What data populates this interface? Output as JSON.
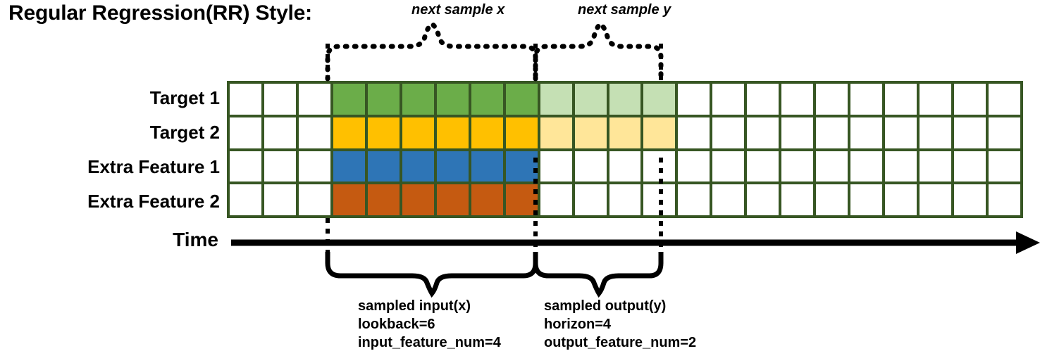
{
  "title": "Regular Regression(RR) Style:",
  "top_captions": {
    "next_sample_x": "next sample x",
    "next_sample_y": "next sample y"
  },
  "rows": [
    {
      "label": "Target 1",
      "key": "target-1"
    },
    {
      "label": "Target 2",
      "key": "target-2"
    },
    {
      "label": "Extra Feature 1",
      "key": "extra-feature-1"
    },
    {
      "label": "Extra Feature 2",
      "key": "extra-feature-2"
    }
  ],
  "axis": {
    "time_label": "Time"
  },
  "bottom_captions": {
    "input": "sampled input(x)\nlookback=6\ninput_feature_num=4",
    "output": "sampled output(y)\nhorizon=4\noutput_feature_num=2"
  },
  "grid": {
    "columns": 23,
    "rows": 4,
    "input_start_col": 4,
    "input_end_col": 9,
    "output_start_col": 10,
    "output_end_col": 13,
    "cell_colors": [
      [
        "#ffffff",
        "#ffffff",
        "#ffffff",
        "#6BAD49",
        "#6BAD49",
        "#6BAD49",
        "#6BAD49",
        "#6BAD49",
        "#6BAD49",
        "#C5E0B4",
        "#C5E0B4",
        "#C5E0B4",
        "#C5E0B4",
        "#ffffff",
        "#ffffff",
        "#ffffff",
        "#ffffff",
        "#ffffff",
        "#ffffff",
        "#ffffff",
        "#ffffff",
        "#ffffff",
        "#ffffff"
      ],
      [
        "#ffffff",
        "#ffffff",
        "#ffffff",
        "#FFC000",
        "#FFC000",
        "#FFC000",
        "#FFC000",
        "#FFC000",
        "#FFC000",
        "#FFE699",
        "#FFE699",
        "#FFE699",
        "#FFE699",
        "#ffffff",
        "#ffffff",
        "#ffffff",
        "#ffffff",
        "#ffffff",
        "#ffffff",
        "#ffffff",
        "#ffffff",
        "#ffffff",
        "#ffffff"
      ],
      [
        "#ffffff",
        "#ffffff",
        "#ffffff",
        "#2E75B6",
        "#2E75B6",
        "#2E75B6",
        "#2E75B6",
        "#2E75B6",
        "#2E75B6",
        "#ffffff",
        "#ffffff",
        "#ffffff",
        "#ffffff",
        "#ffffff",
        "#ffffff",
        "#ffffff",
        "#ffffff",
        "#ffffff",
        "#ffffff",
        "#ffffff",
        "#ffffff",
        "#ffffff",
        "#ffffff"
      ],
      [
        "#ffffff",
        "#ffffff",
        "#ffffff",
        "#C55A11",
        "#C55A11",
        "#C55A11",
        "#C55A11",
        "#C55A11",
        "#C55A11",
        "#ffffff",
        "#ffffff",
        "#ffffff",
        "#ffffff",
        "#ffffff",
        "#ffffff",
        "#ffffff",
        "#ffffff",
        "#ffffff",
        "#ffffff",
        "#ffffff",
        "#ffffff",
        "#ffffff",
        "#ffffff"
      ]
    ]
  },
  "colors": {
    "grid_border": "#375623",
    "target_1": "#6BAD49",
    "target_1_faded": "#C5E0B4",
    "target_2": "#FFC000",
    "target_2_faded": "#FFE699",
    "extra_feature_1": "#2E75B6",
    "extra_feature_2": "#C55A11",
    "ink": "#000000"
  }
}
